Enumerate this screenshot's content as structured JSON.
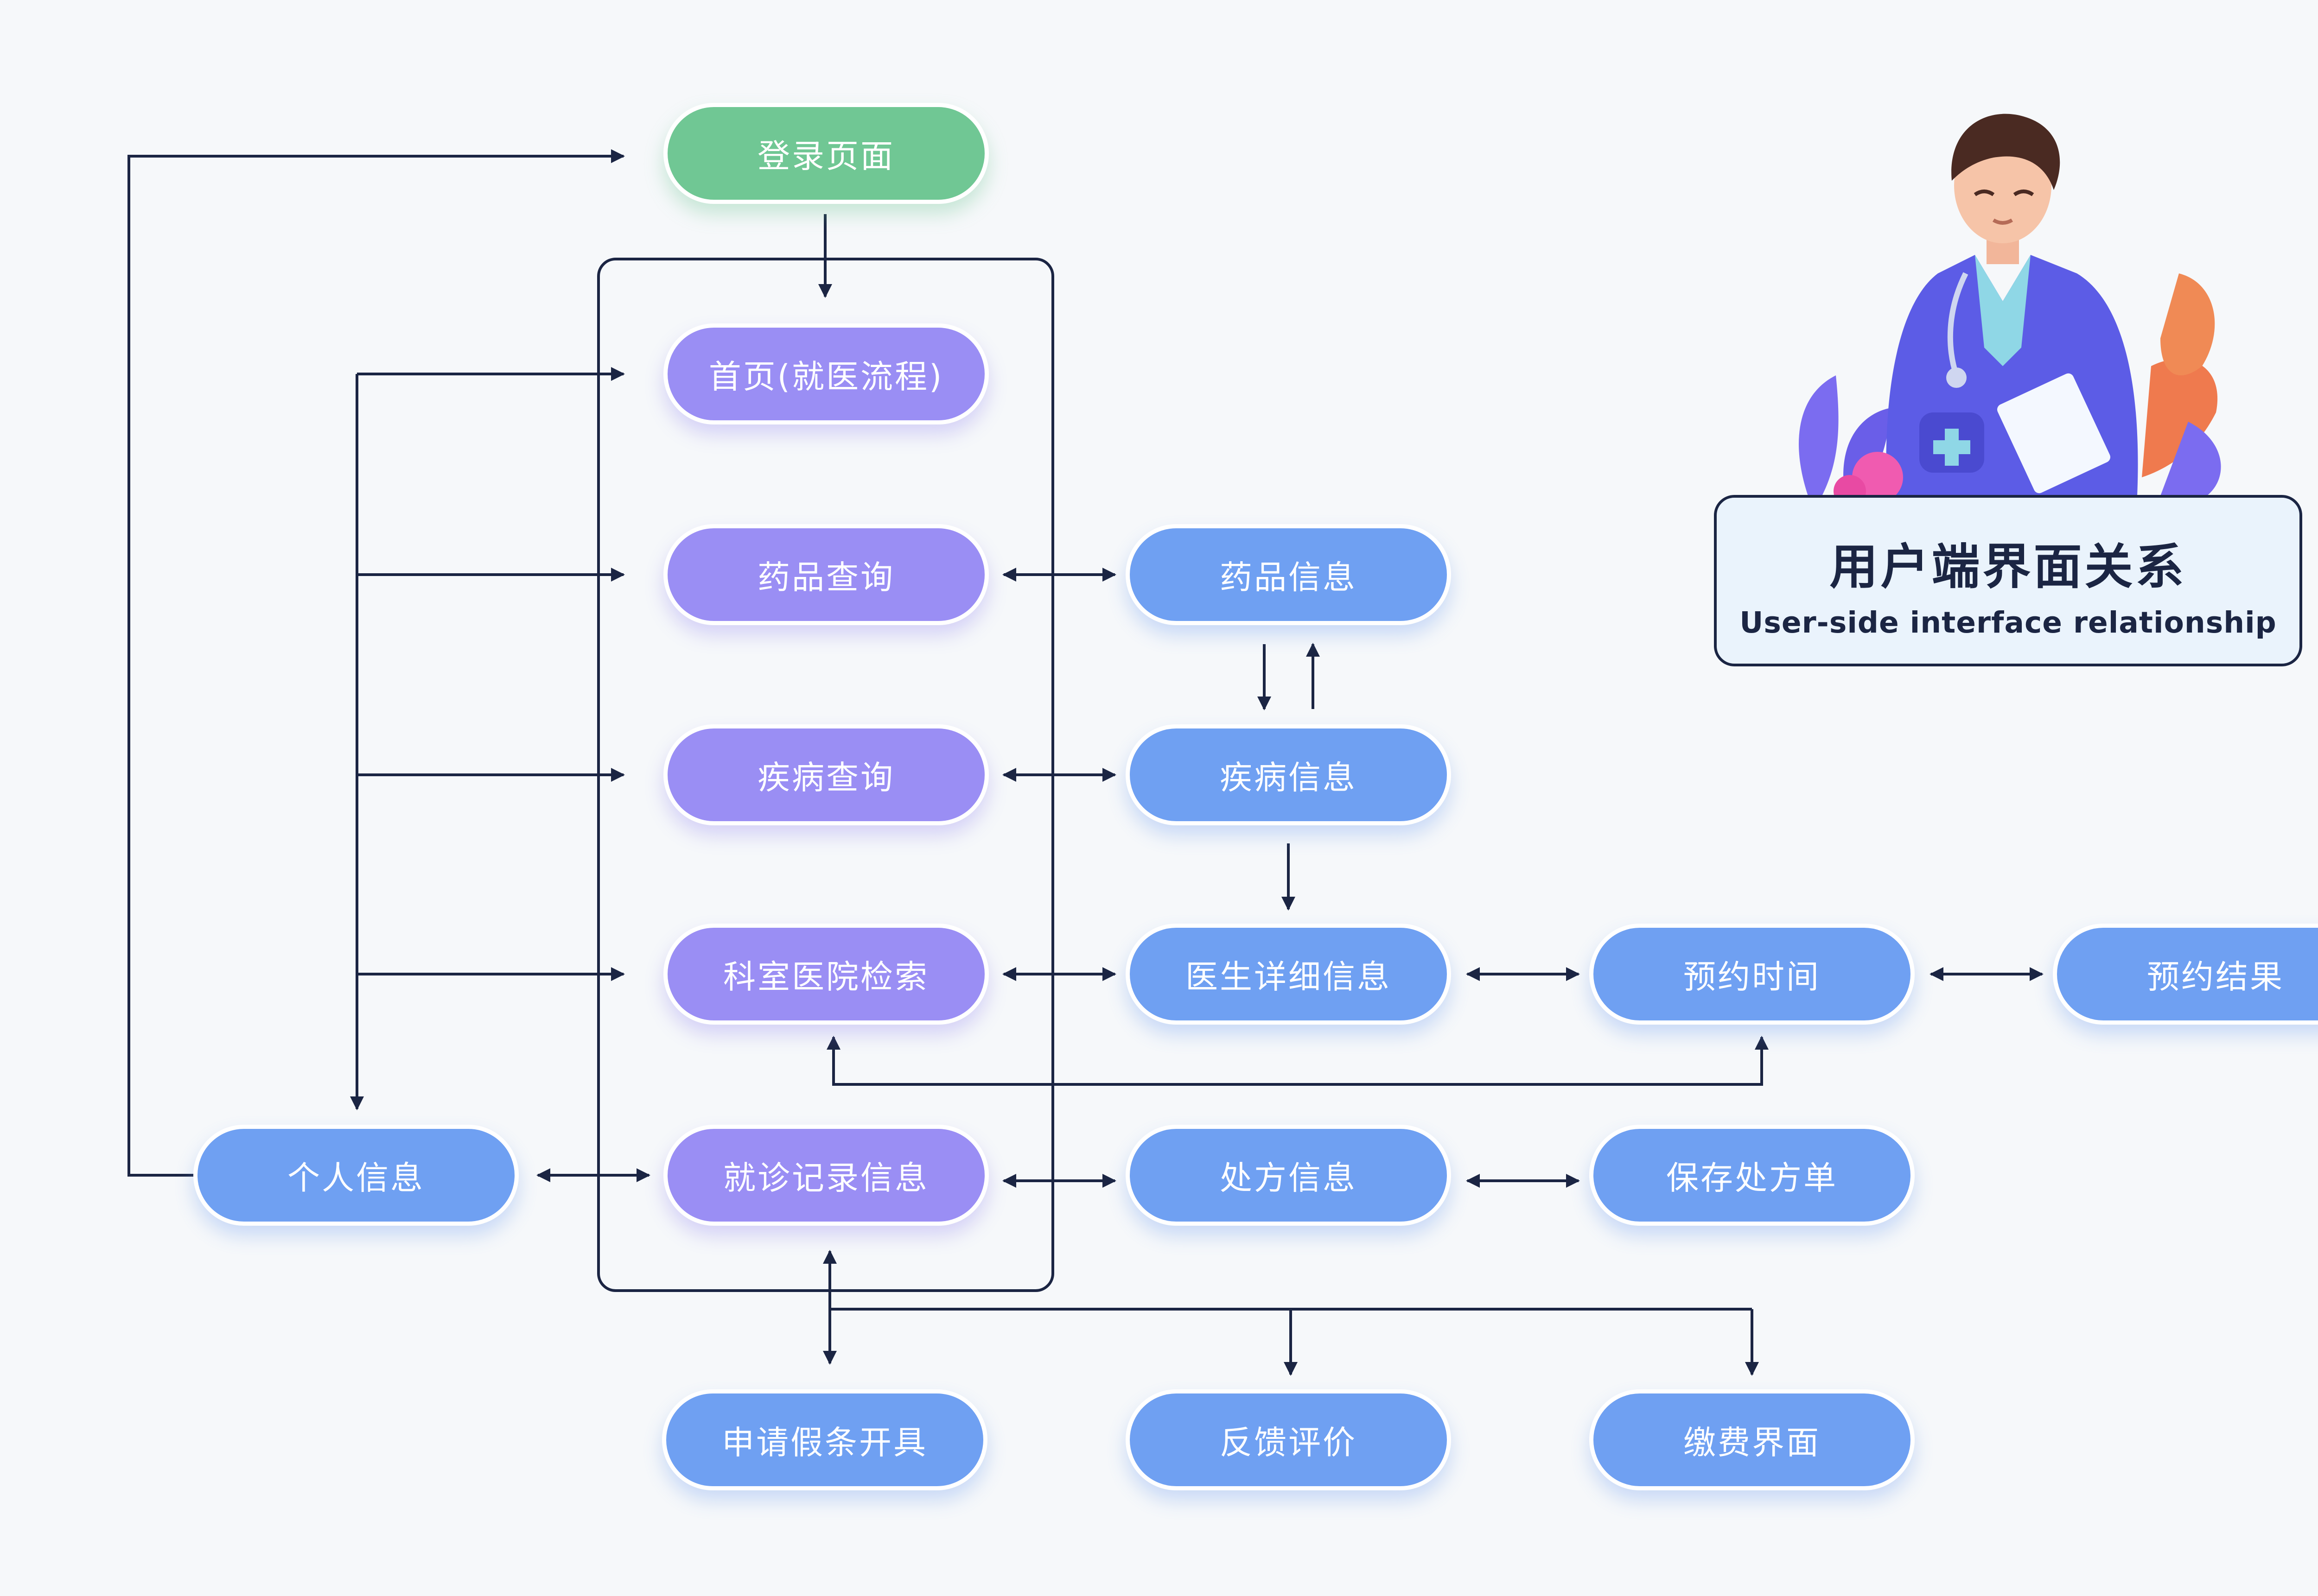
{
  "title_card": {
    "main": "用户端界面关系",
    "sub": "User-side interface relationship"
  },
  "illustration": {
    "subject": "doctor-icon"
  },
  "nodes": {
    "login": "登录页面",
    "home": "首页(就医流程)",
    "drug_query": "药品查询",
    "disease_query": "疾病查询",
    "dept_search": "科室医院检索",
    "visit_records": "就诊记录信息",
    "drug_info": "药品信息",
    "disease_info": "疾病信息",
    "doctor_detail": "医生详细信息",
    "appointment_time": "预约时间",
    "appointment_result": "预约结果",
    "personal_info": "个人信息",
    "prescription_info": "处方信息",
    "save_prescription": "保存处方单",
    "leave_request": "申请假条开具",
    "feedback": "反馈评价",
    "payment": "缴费界面"
  },
  "colors": {
    "green": "#70c794",
    "purple": "#9a8ef4",
    "blue": "#6fa0f2",
    "line": "#1b2543",
    "title_bg": "#eaf3fc"
  }
}
